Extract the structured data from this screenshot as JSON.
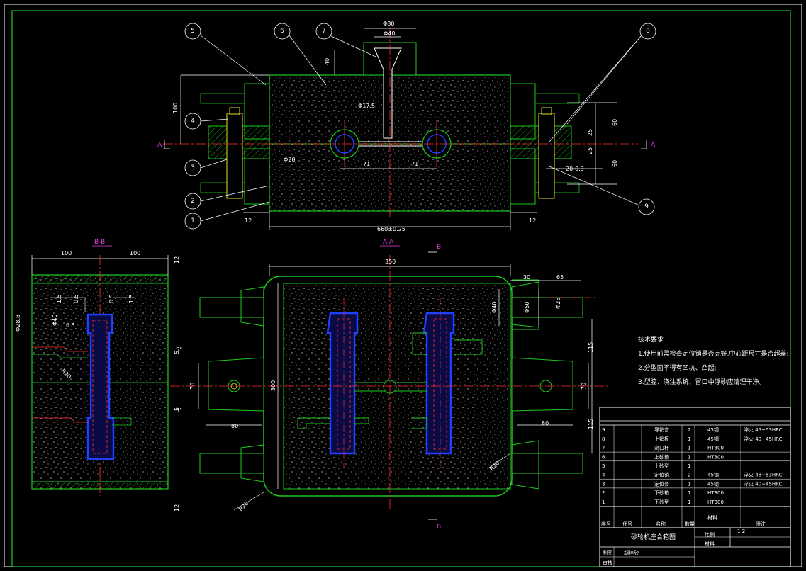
{
  "drawing": {
    "title": "砂轮机座合箱图",
    "scale": "1:2",
    "scale_label": "比例",
    "material_label": "材料",
    "designer": "胡佳欣",
    "role_draw": "制图",
    "role_review": "审核"
  },
  "section_labels": {
    "a_left": "A",
    "a_right": "A",
    "aa": "A-A",
    "bb": "B-B",
    "b_top": "B",
    "b_bottom": "B"
  },
  "balloons": [
    "1",
    "2",
    "3",
    "4",
    "5",
    "6",
    "7",
    "8",
    "9"
  ],
  "dimensions": {
    "d80_top": "Φ80",
    "d40_top": "Φ40",
    "h40": "40",
    "d17_5": "Φ17.5",
    "d20": "Φ20",
    "d71a": "71",
    "d71b": "71",
    "h100": "100",
    "v25a": "25",
    "v25b": "25",
    "v60a": "60",
    "v60b": "60",
    "d20_03": "20-0.3",
    "w12a": "12",
    "w12b": "12",
    "w660": "660±0.25",
    "bb100a": "100",
    "bb100b": "100",
    "bb12a": "12",
    "bb12b": "12",
    "bb5a": "5",
    "bb5b": "5",
    "bb1_5a": "1.5",
    "bb1_5b": "1.5",
    "bb0_5a": "0.5",
    "bb0_5b": "0.5",
    "bb0_5c": "0.5",
    "bb_d28": "Φ28.8",
    "bb_d40": "Φ40",
    "bb_r20": "R20",
    "aa350": "350",
    "aa30": "30",
    "aa65": "65",
    "aa_d40": "Φ40",
    "aa_d50": "Φ50",
    "aa_d25": "Φ25",
    "aa300": "300",
    "aa70a": "70",
    "aa70b": "70",
    "aa5a": "5°",
    "aa5b": "5°",
    "aa80a": "80",
    "aa80b": "80",
    "aa115a": "115",
    "aa115b": "115",
    "aa_r20a": "R20",
    "aa_r20b": "R20"
  },
  "tech_notes": {
    "title": "技术要求",
    "items": [
      "1.使用前需检查定位销是否完好,中心距尺寸是否超差;",
      "2.分型面不得有凹坑、凸起;",
      "3.型腔、浇注系统、冒口中浮砂应清理干净。"
    ]
  },
  "parts_table": {
    "headers": [
      "序号",
      "代号",
      "名称",
      "数量",
      "材料",
      "附注"
    ],
    "rows": [
      {
        "no": "9",
        "name": "导销套",
        "qty": "2",
        "material": "45钢",
        "note": "淬火 45~53HRC"
      },
      {
        "no": "8",
        "name": "上销板",
        "qty": "1",
        "material": "45钢",
        "note": "淬火 40~45HRC"
      },
      {
        "no": "7",
        "name": "浇口杯",
        "qty": "1",
        "material": "HT300",
        "note": ""
      },
      {
        "no": "6",
        "name": "上砂箱",
        "qty": "1",
        "material": "HT300",
        "note": ""
      },
      {
        "no": "5",
        "name": "上砂型",
        "qty": "1",
        "material": "",
        "note": ""
      },
      {
        "no": "4",
        "name": "定位销",
        "qty": "2",
        "material": "45钢",
        "note": "淬火 48~53HRC"
      },
      {
        "no": "3",
        "name": "定位套",
        "qty": "1",
        "material": "45钢",
        "note": "淬火 40~45HRC"
      },
      {
        "no": "2",
        "name": "下砂箱",
        "qty": "1",
        "material": "HT300",
        "note": ""
      },
      {
        "no": "1",
        "name": "下砂型",
        "qty": "1",
        "material": "HT300",
        "note": ""
      }
    ]
  },
  "colors": {
    "outline": "#1ec81e",
    "dim": "#ffffff",
    "center": "#ff3030",
    "cavity": "#2040ff",
    "label": "#e040e0",
    "pin": "#e0e020"
  }
}
